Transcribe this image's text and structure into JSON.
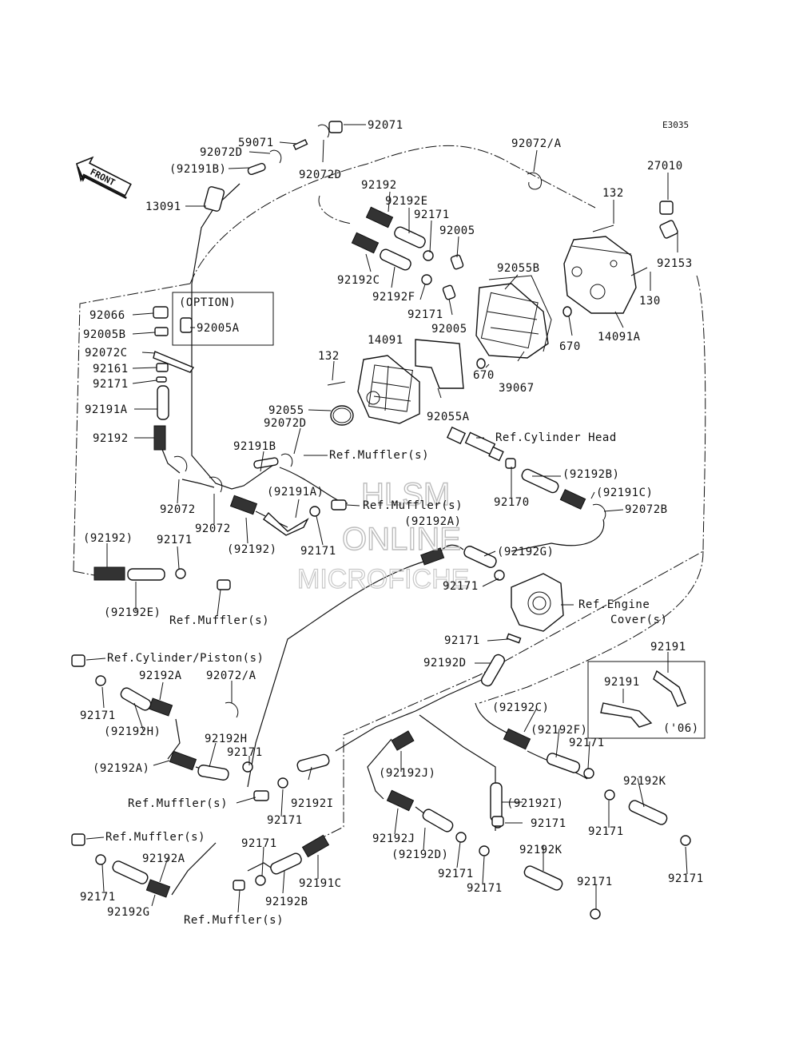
{
  "code": "E3035",
  "front_label": "FRONT",
  "option_label": "(OPTION)",
  "year_label": "('06)",
  "watermark": {
    "line1": "HLSM",
    "line2": "ONLINE",
    "line3": "MICROFICHE"
  },
  "labels": [
    {
      "id": "l1",
      "text": "92071"
    },
    {
      "id": "l2",
      "text": "59071"
    },
    {
      "id": "l3",
      "text": "92072D"
    },
    {
      "id": "l4",
      "text": "(92191B)"
    },
    {
      "id": "l5",
      "text": "92072D"
    },
    {
      "id": "l6",
      "text": "13091"
    },
    {
      "id": "l7",
      "text": "92072/A"
    },
    {
      "id": "l8",
      "text": "27010"
    },
    {
      "id": "l9",
      "text": "92192"
    },
    {
      "id": "l10",
      "text": "92192E"
    },
    {
      "id": "l11",
      "text": "132"
    },
    {
      "id": "l12",
      "text": "92171"
    },
    {
      "id": "l13",
      "text": "92005"
    },
    {
      "id": "l14",
      "text": "92153"
    },
    {
      "id": "l15",
      "text": "92055B"
    },
    {
      "id": "l16",
      "text": "92192C"
    },
    {
      "id": "l17",
      "text": "92192F"
    },
    {
      "id": "l18",
      "text": "130"
    },
    {
      "id": "l19",
      "text": "92171"
    },
    {
      "id": "l20",
      "text": "92005"
    },
    {
      "id": "l21",
      "text": "14091A"
    },
    {
      "id": "l22",
      "text": "670"
    },
    {
      "id": "l23",
      "text": "92066"
    },
    {
      "id": "l24",
      "text": "92005B"
    },
    {
      "id": "l25",
      "text": "92005A"
    },
    {
      "id": "l26",
      "text": "132"
    },
    {
      "id": "l27",
      "text": "14091"
    },
    {
      "id": "l28",
      "text": "92072C"
    },
    {
      "id": "l29",
      "text": "670"
    },
    {
      "id": "l30",
      "text": "39067"
    },
    {
      "id": "l31",
      "text": "92161"
    },
    {
      "id": "l32",
      "text": "92171"
    },
    {
      "id": "l33",
      "text": "92055"
    },
    {
      "id": "l34",
      "text": "92055A"
    },
    {
      "id": "l35",
      "text": "92191A"
    },
    {
      "id": "l36",
      "text": "92072D"
    },
    {
      "id": "l37",
      "text": "Ref.Cylinder Head"
    },
    {
      "id": "l38",
      "text": "92192"
    },
    {
      "id": "l39",
      "text": "92191B"
    },
    {
      "id": "l40",
      "text": "Ref.Muffler(s)"
    },
    {
      "id": "l41",
      "text": "(92192B)"
    },
    {
      "id": "l42",
      "text": "(92191A)"
    },
    {
      "id": "l43",
      "text": "(92191C)"
    },
    {
      "id": "l44",
      "text": "92072"
    },
    {
      "id": "l45",
      "text": "Ref.Muffler(s)"
    },
    {
      "id": "l46",
      "text": "92170"
    },
    {
      "id": "l47",
      "text": "92072B"
    },
    {
      "id": "l48",
      "text": "92072"
    },
    {
      "id": "l49",
      "text": "(92192A)"
    },
    {
      "id": "l50",
      "text": "(92192)"
    },
    {
      "id": "l51",
      "text": "92171"
    },
    {
      "id": "l52",
      "text": "(92192)"
    },
    {
      "id": "l53",
      "text": "(92192G)"
    },
    {
      "id": "l54",
      "text": "92171"
    },
    {
      "id": "l55",
      "text": "92171"
    },
    {
      "id": "l56",
      "text": "Ref.Engine"
    },
    {
      "id": "l57",
      "text": "Cover(s)"
    },
    {
      "id": "l58",
      "text": "(92192E)"
    },
    {
      "id": "l59",
      "text": "Ref.Muffler(s)"
    },
    {
      "id": "l60",
      "text": "92171"
    },
    {
      "id": "l61",
      "text": "92191"
    },
    {
      "id": "l62",
      "text": "Ref.Cylinder/Piston(s)"
    },
    {
      "id": "l63",
      "text": "92192D"
    },
    {
      "id": "l64",
      "text": "92192A"
    },
    {
      "id": "l65",
      "text": "92072/A"
    },
    {
      "id": "l66",
      "text": "92191"
    },
    {
      "id": "l67",
      "text": "92171"
    },
    {
      "id": "l68",
      "text": "(92192C)"
    },
    {
      "id": "l69",
      "text": "(92192H)"
    },
    {
      "id": "l70",
      "text": "(92192F)"
    },
    {
      "id": "l71",
      "text": "92192H"
    },
    {
      "id": "l72",
      "text": "92171"
    },
    {
      "id": "l73",
      "text": "92171"
    },
    {
      "id": "l74",
      "text": "(92192A)"
    },
    {
      "id": "l75",
      "text": "(92192J)"
    },
    {
      "id": "l76",
      "text": "92192K"
    },
    {
      "id": "l77",
      "text": "Ref.Muffler(s)"
    },
    {
      "id": "l78",
      "text": "92192I"
    },
    {
      "id": "l79",
      "text": "(92192I)"
    },
    {
      "id": "l80",
      "text": "92171"
    },
    {
      "id": "l81",
      "text": "92171"
    },
    {
      "id": "l82",
      "text": "92171"
    },
    {
      "id": "l83",
      "text": "Ref.Muffler(s)"
    },
    {
      "id": "l84",
      "text": "92171"
    },
    {
      "id": "l85",
      "text": "92192J"
    },
    {
      "id": "l86",
      "text": "92192K"
    },
    {
      "id": "l87",
      "text": "92192A"
    },
    {
      "id": "l88",
      "text": "(92192D)"
    },
    {
      "id": "l89",
      "text": "92171"
    },
    {
      "id": "l90",
      "text": "92171"
    },
    {
      "id": "l91",
      "text": "92171"
    },
    {
      "id": "l92",
      "text": "92191C"
    },
    {
      "id": "l93",
      "text": "92171"
    },
    {
      "id": "l94",
      "text": "92192G"
    },
    {
      "id": "l95",
      "text": "92192B"
    },
    {
      "id": "l96",
      "text": "92171"
    },
    {
      "id": "l97",
      "text": "Ref.Muffler(s)"
    }
  ]
}
